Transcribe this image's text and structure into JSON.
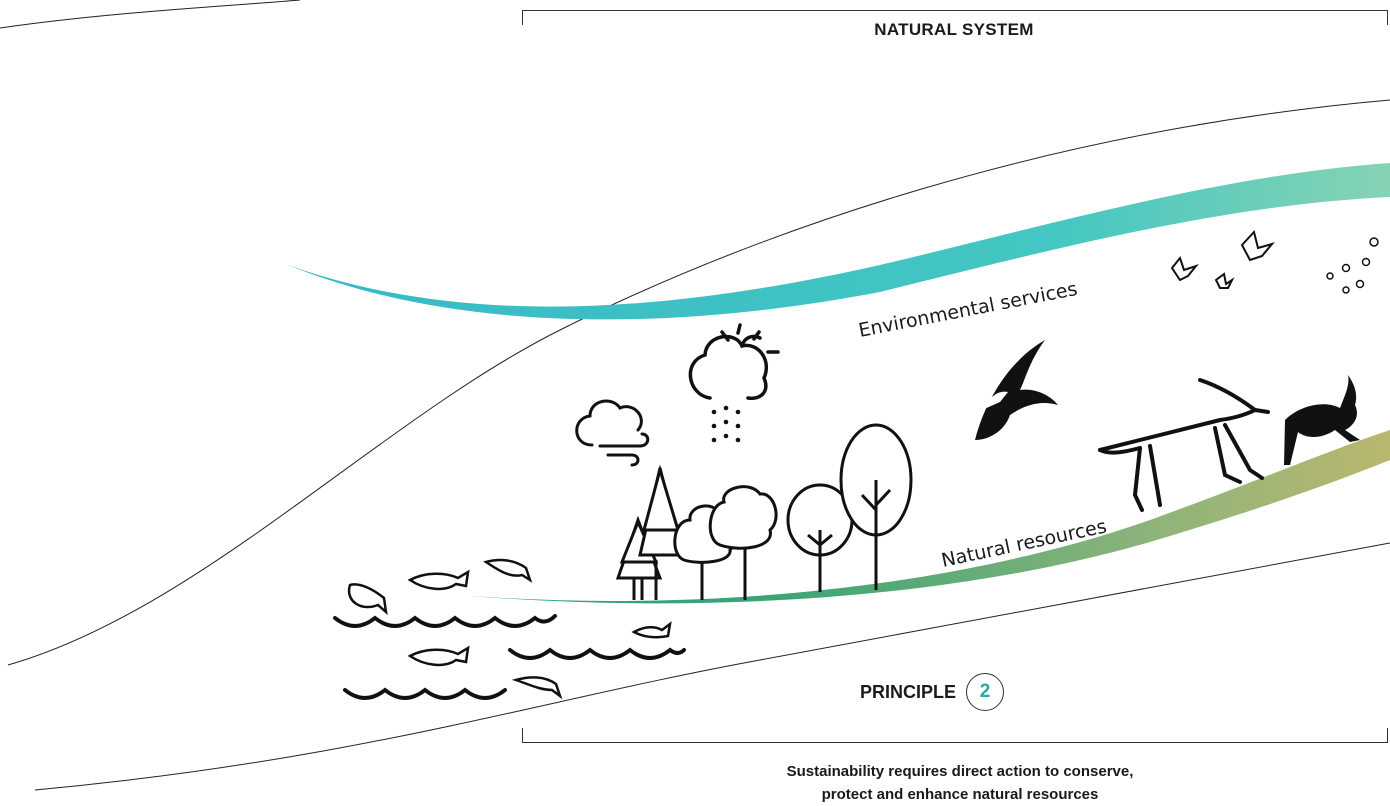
{
  "header": {
    "title": "NATURAL SYSTEM"
  },
  "bands": {
    "environmental_services": "Environmental services",
    "natural_resources": "Natural resources"
  },
  "principle": {
    "label": "PRINCIPLE",
    "number": "2"
  },
  "caption": {
    "line1": "Sustainability requires direct action to conserve,",
    "line2": "protect and enhance natural resources"
  },
  "colors": {
    "teal": "#3ec3c6",
    "teal_light": "#7fd0b9",
    "green": "#3aa579",
    "olive": "#b7b56f",
    "accent_number": "#25a9a0"
  },
  "icons": [
    "cloud-wind-icon",
    "rain-sun-icon",
    "tree-icon",
    "fish-icon",
    "wave-icon",
    "bird-icon",
    "antelope-icon",
    "deer-icon",
    "butterfly-icon",
    "bee-icon"
  ]
}
